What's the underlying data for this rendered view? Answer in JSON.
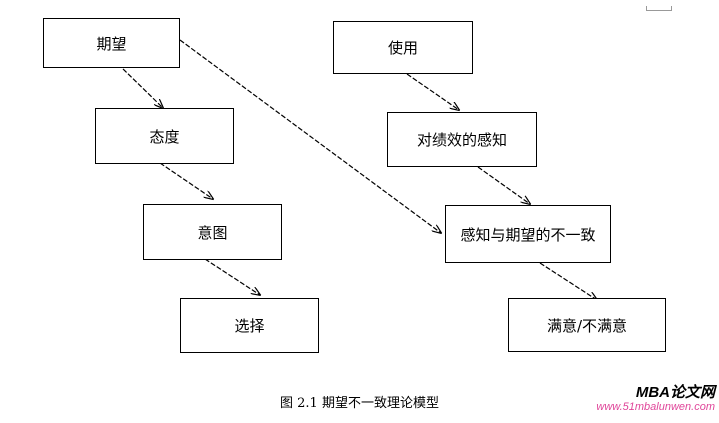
{
  "nodes": {
    "expectation": "期望",
    "attitude": "态度",
    "intention": "意图",
    "choice": "选择",
    "use": "使用",
    "perceived_performance": "对绩效的感知",
    "disconfirmation": "感知与期望的不一致",
    "satisfaction": "满意/不满意"
  },
  "caption": "图 2.1  期望不一致理论模型",
  "watermark": {
    "brand": "MBA论文网",
    "url": "www.51mbalunwen.com"
  }
}
